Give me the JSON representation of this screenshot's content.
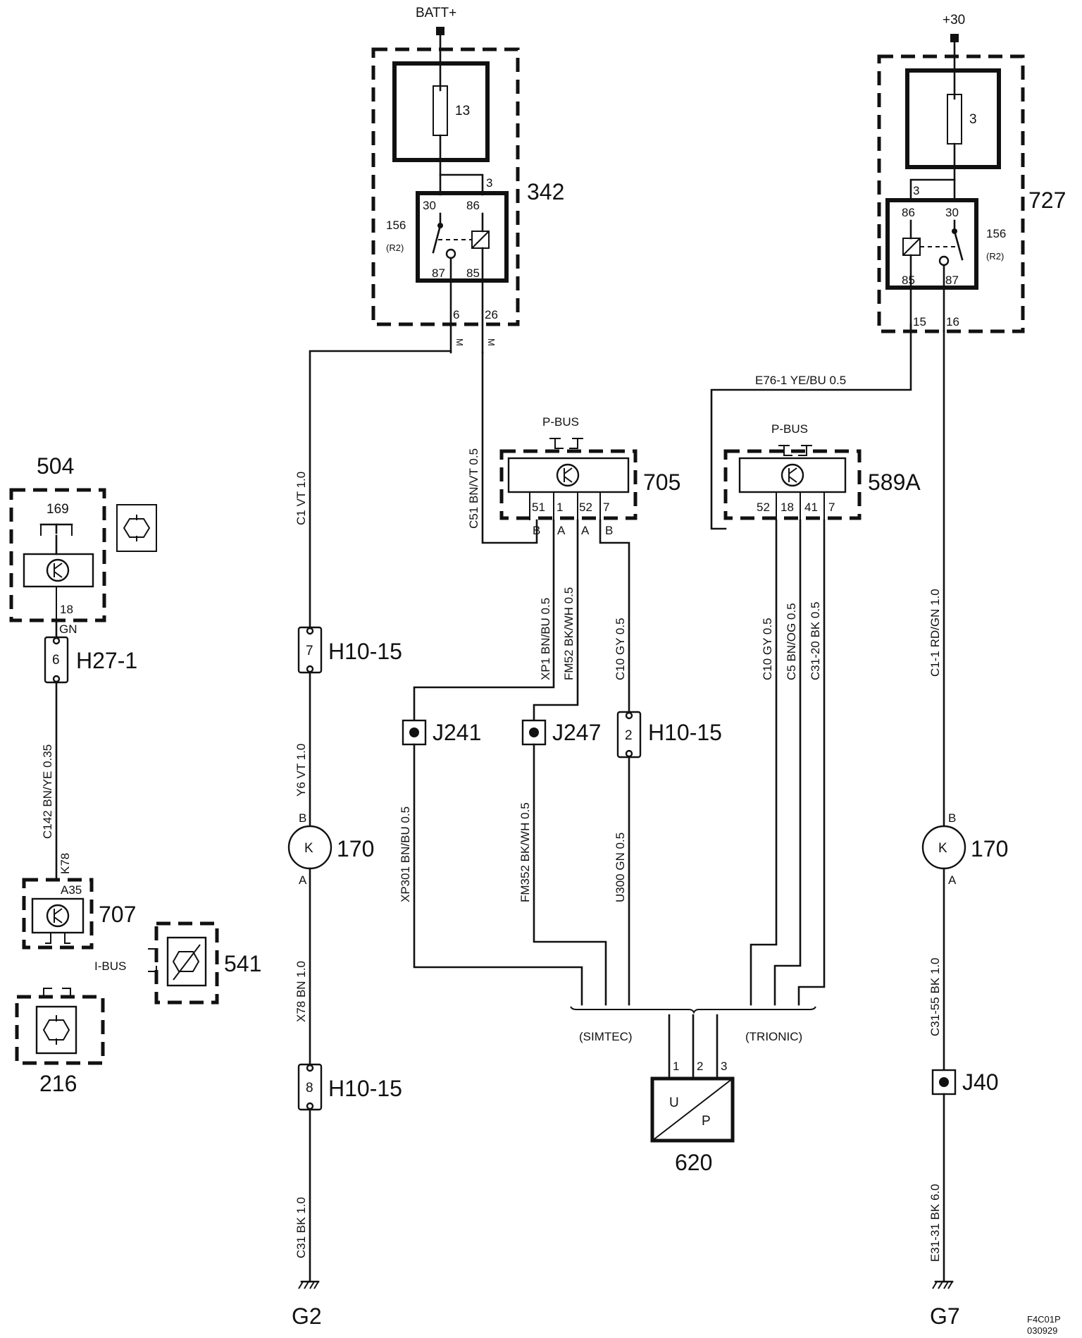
{
  "supplies": {
    "batt": "BATT+",
    "plus30": "+30"
  },
  "components": {
    "c342": "342",
    "c727": "727",
    "c504": "504",
    "c705": "705",
    "c589a": "589A",
    "c707": "707",
    "c541": "541",
    "c216": "216",
    "c620": "620",
    "c170": "170"
  },
  "fuses": {
    "f13": "13",
    "f3": "3"
  },
  "relay": {
    "id": "156",
    "sub": "(R2)",
    "p30": "30",
    "p86": "86",
    "p87": "87",
    "p85": "85",
    "p3": "3",
    "out6": "6",
    "out26": "26",
    "out15": "15",
    "out16": "16"
  },
  "bus": {
    "pbus": "P-BUS",
    "ibus": "I-BUS"
  },
  "pins": {
    "p51": "51",
    "p1": "1",
    "p52": "52",
    "p7": "7",
    "p18a": "18",
    "p41": "41",
    "B": "B",
    "A": "A",
    "M": "M",
    "K": "K",
    "p169": "169",
    "p18": "18",
    "pGN": "GN",
    "p6": "6",
    "pK78": "K78",
    "pA35": "A35",
    "h7": "7",
    "h2": "2",
    "h8": "8",
    "s1": "1",
    "s2": "2",
    "s3": "3",
    "U": "U",
    "P": "P"
  },
  "connectors": {
    "h27": "H27-1",
    "h10": "H10-15",
    "j241": "J241",
    "j247": "J247",
    "j40": "J40"
  },
  "wires": {
    "c1vt": "C1 VT 1.0",
    "c51": "C51 BN/VT 0.5",
    "e76": "E76-1 YE/BU   0.5",
    "xp1": "XP1 BN/BU 0.5",
    "fm52": "FM52 BK/WH 0.5",
    "c10l": "C10  GY 0.5",
    "c10r": "C10  GY 0.5",
    "c5": "C5  BN/OG 0.5",
    "c3120": "C31-20  BK 0.5",
    "c11": "C1-1  RD/GN 1.0",
    "c142": "C142  BN/YE  0.35",
    "y6": "Y6   VT   1.0",
    "xp301": "XP301  BN/BU  0.5",
    "fm352": "FM352  BK/WH  0.5",
    "u300": "U300  GN  0.5",
    "x78": "X78   BN   1.0",
    "c3155": "C31-55  BK  1.0",
    "c31": "C31  BK  1.0",
    "e3131": "E31-31  BK  6.0"
  },
  "labels": {
    "simtec": "(SIMTEC)",
    "trionic": "(TRIONIC)"
  },
  "grounds": {
    "g2": "G2",
    "g7": "G7"
  },
  "footer": {
    "code": "F4C01P",
    "date": "030929"
  }
}
